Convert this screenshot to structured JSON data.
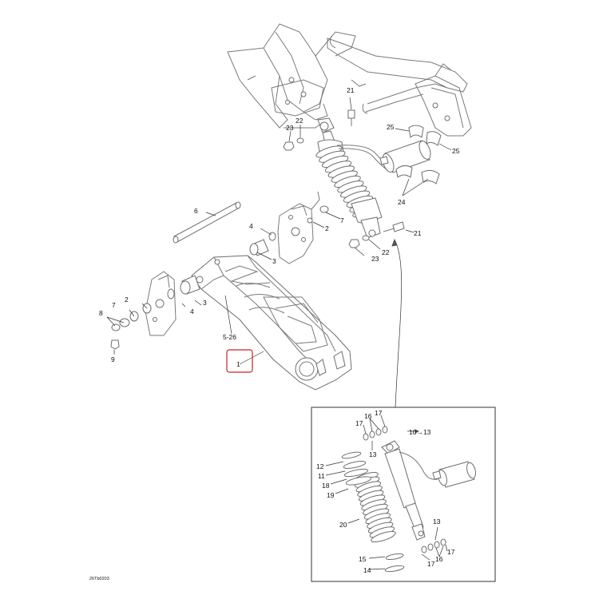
{
  "diagram_code": "26Tb0203",
  "callouts": {
    "c1": "1",
    "c2a": "2",
    "c2b": "2",
    "c3a": "3",
    "c3b": "3",
    "c4a": "4",
    "c4b": "4",
    "c5_26": "5-26",
    "c6": "6",
    "c7a": "7",
    "c7b": "7",
    "c8": "8",
    "c9": "9",
    "c21a": "21",
    "c21b": "21",
    "c22a": "22",
    "c22b": "22",
    "c23a": "23",
    "c23b": "23",
    "c24": "24",
    "c25a": "25",
    "c25b": "25"
  },
  "inset": {
    "c10_13": "10→13",
    "c11": "11",
    "c12": "12",
    "c13": "13",
    "c14": "14",
    "c15": "15",
    "c16a": "16",
    "c16b": "16",
    "c17a": "17",
    "c17b": "17",
    "c17c": "17",
    "c17d": "17",
    "c18": "18",
    "c19": "19",
    "c20": "20"
  },
  "colors": {
    "highlight": "#cc2222",
    "line": "#7a7a7a"
  }
}
